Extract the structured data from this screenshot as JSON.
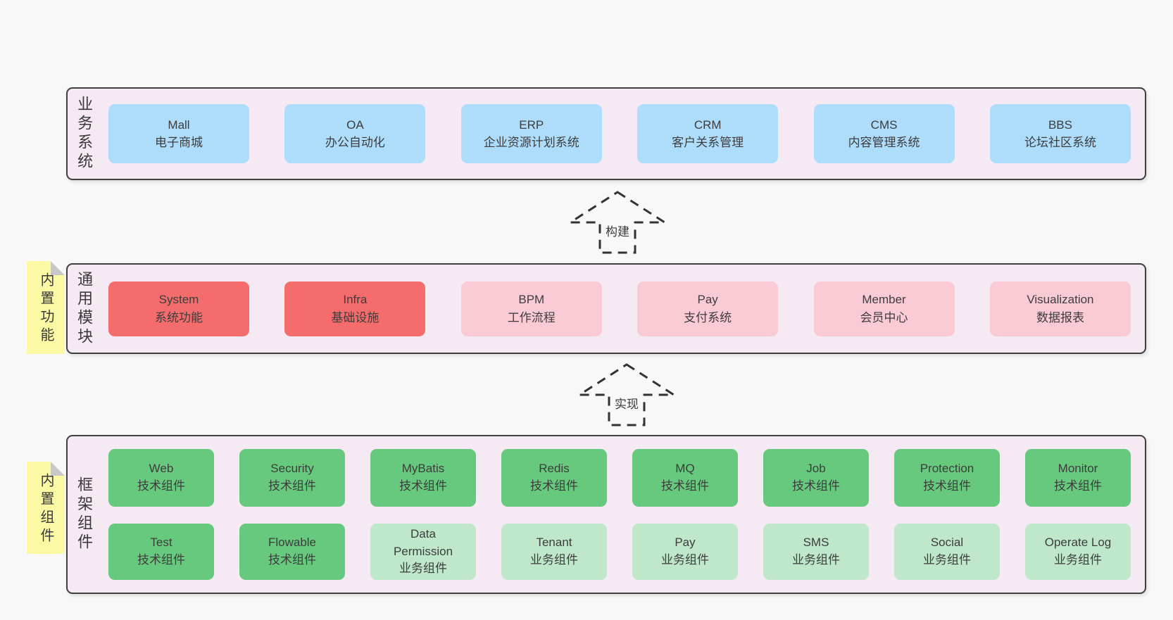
{
  "colors": {
    "page_bg": "#f8f8f8",
    "panel_bg": "#f5eaf4",
    "panel_border": "#3f3f3f",
    "box_text": "#3d3d3d",
    "blue": "#aedcfb",
    "red": "#f56c6c",
    "pink": "#fbcbd5",
    "green": "#66c97d",
    "green_light": "#bfe7c9",
    "note_yellow": "#fbf9a3",
    "note_fold": "#c8c8c8",
    "arrow": "#333333"
  },
  "arrows": {
    "build": {
      "label": "构建"
    },
    "implement": {
      "label": "实现"
    }
  },
  "business": {
    "label": "业务系统",
    "items": [
      {
        "name": "Mall",
        "desc": "电子商城"
      },
      {
        "name": "OA",
        "desc": "办公自动化"
      },
      {
        "name": "ERP",
        "desc": "企业资源计划系统"
      },
      {
        "name": "CRM",
        "desc": "客户关系管理"
      },
      {
        "name": "CMS",
        "desc": "内容管理系统"
      },
      {
        "name": "BBS",
        "desc": "论坛社区系统"
      }
    ]
  },
  "modules": {
    "label": "通用模块",
    "note": "内置功能",
    "items": [
      {
        "name": "System",
        "desc": "系统功能"
      },
      {
        "name": "Infra",
        "desc": "基础设施"
      },
      {
        "name": "BPM",
        "desc": "工作流程"
      },
      {
        "name": "Pay",
        "desc": "支付系统"
      },
      {
        "name": "Member",
        "desc": "会员中心"
      },
      {
        "name": "Visualization",
        "desc": "数据报表"
      }
    ]
  },
  "framework": {
    "label": "框架组件",
    "note": "内置组件",
    "row1": [
      {
        "name": "Web",
        "desc": "技术组件"
      },
      {
        "name": "Security",
        "desc": "技术组件"
      },
      {
        "name": "MyBatis",
        "desc": "技术组件"
      },
      {
        "name": "Redis",
        "desc": "技术组件"
      },
      {
        "name": "MQ",
        "desc": "技术组件"
      },
      {
        "name": "Job",
        "desc": "技术组件"
      },
      {
        "name": "Protection",
        "desc": "技术组件"
      },
      {
        "name": "Monitor",
        "desc": "技术组件"
      }
    ],
    "row2": [
      {
        "name": "Test",
        "desc": "技术组件"
      },
      {
        "name": "Flowable",
        "desc": "技术组件"
      },
      {
        "name": "Data Permission",
        "desc": "业务组件"
      },
      {
        "name": "Tenant",
        "desc": "业务组件"
      },
      {
        "name": "Pay",
        "desc": "业务组件"
      },
      {
        "name": "SMS",
        "desc": "业务组件"
      },
      {
        "name": "Social",
        "desc": "业务组件"
      },
      {
        "name": "Operate Log",
        "desc": "业务组件"
      }
    ]
  }
}
